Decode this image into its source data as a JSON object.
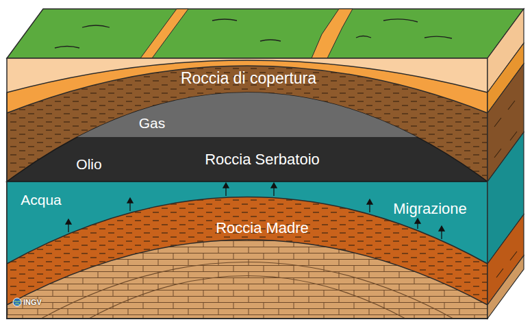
{
  "diagram": {
    "labels": [
      "Roccia di copertura",
      "Gas",
      "Olio",
      "Roccia Serbatoio",
      "Acqua",
      "Migrazione",
      "Roccia Madre",
      "INGV"
    ]
  }
}
